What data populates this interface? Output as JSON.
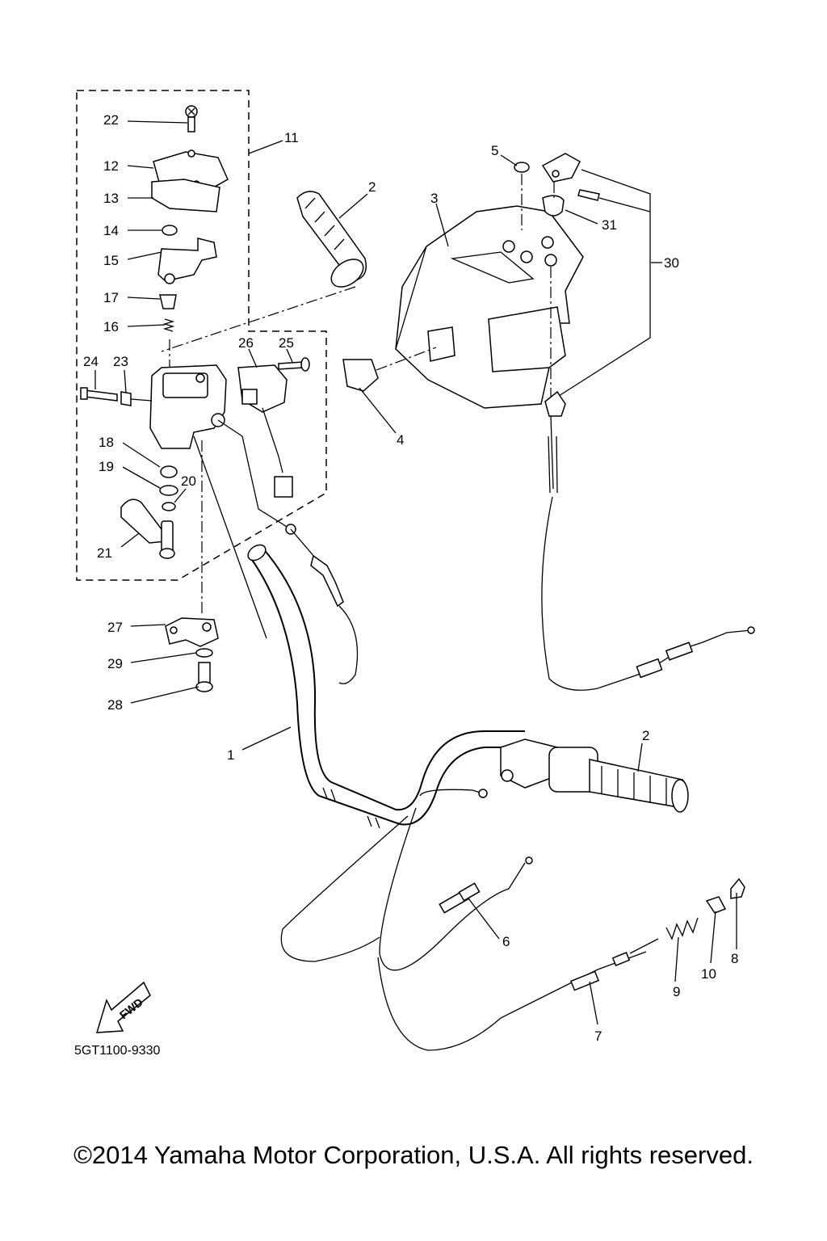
{
  "diagram": {
    "callouts": [
      "1",
      "2",
      "2",
      "3",
      "4",
      "5",
      "6",
      "7",
      "8",
      "9",
      "10",
      "11",
      "12",
      "13",
      "14",
      "15",
      "16",
      "17",
      "18",
      "19",
      "20",
      "21",
      "22",
      "23",
      "24",
      "25",
      "26",
      "27",
      "28",
      "29",
      "30",
      "31"
    ],
    "arrow_label": "FWD",
    "diagram_code": "5GT1100-9330"
  },
  "footer": {
    "copyright": "©2014 Yamaha Motor Corporation, U.S.A. All rights reserved."
  }
}
